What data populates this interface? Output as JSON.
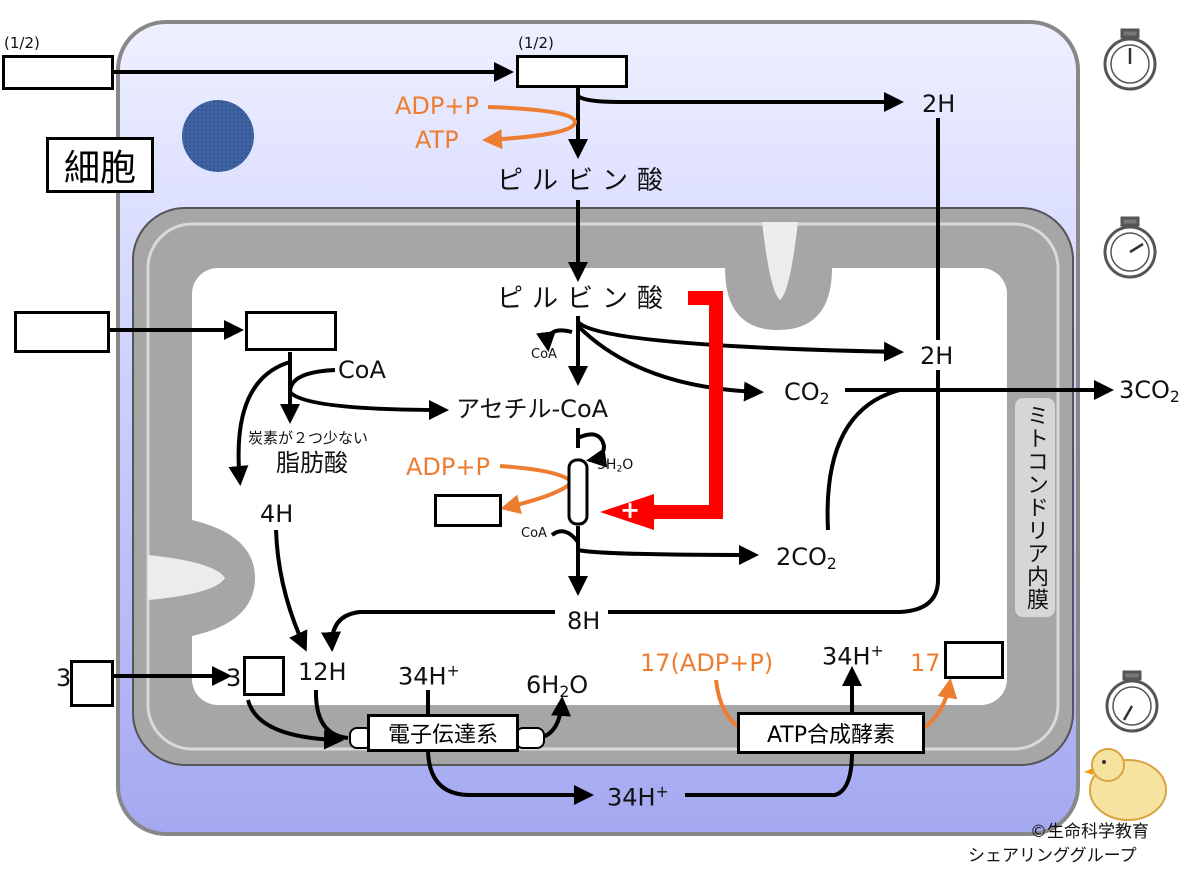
{
  "cell_label": "細胞",
  "membrane_label": "ミトコンドリア内膜",
  "fraction_left": "(1/2)",
  "fraction_top": "(1/2)",
  "adp_p": "ADP+P",
  "atp": "ATP",
  "pyruvate": "ピルビン酸",
  "two_h": "2H",
  "coa": "CoA",
  "co2": "CO",
  "co2_sub": "2",
  "three_co2": "3CO",
  "three_co2_sub": "2",
  "acetyl_coa": "アセチル-CoA",
  "carbon_less": "炭素が２つ少ない",
  "fatty_acid": "脂肪酸",
  "four_h": "4H",
  "three_h2o_a": "3H",
  "three_h2o_sub": "2",
  "three_h2o_b": "O",
  "plus": "+",
  "two_co2": "2CO",
  "two_co2_sub": "2",
  "eight_h": "8H",
  "twelve_h": "12H",
  "coeff_left": "3",
  "coeff_inner": "3",
  "h_plus_34": "34H",
  "h_plus_sup": "+",
  "six_h2o_a": "6H",
  "six_h2o_sub": "2",
  "six_h2o_b": "O",
  "etc_label": "電子伝達系",
  "atp_synthase_label": "ATP合成酵素",
  "adp_17": "17(ADP+P)",
  "atp_17": "17",
  "copyright_line1": "©生命科学教育",
  "copyright_line2": "シェアリンググループ",
  "colors": {
    "cytoplasm": "#d3d6ff",
    "membrane_gray": "#a6a6a6",
    "matrix": "#ffffff",
    "nucleus": "#3d5f9e",
    "orange": "#ed7d31",
    "red": "#ff0000"
  },
  "icons": [
    "stopwatch-icon",
    "nucleus-dot",
    "chick-mascot-icon"
  ]
}
